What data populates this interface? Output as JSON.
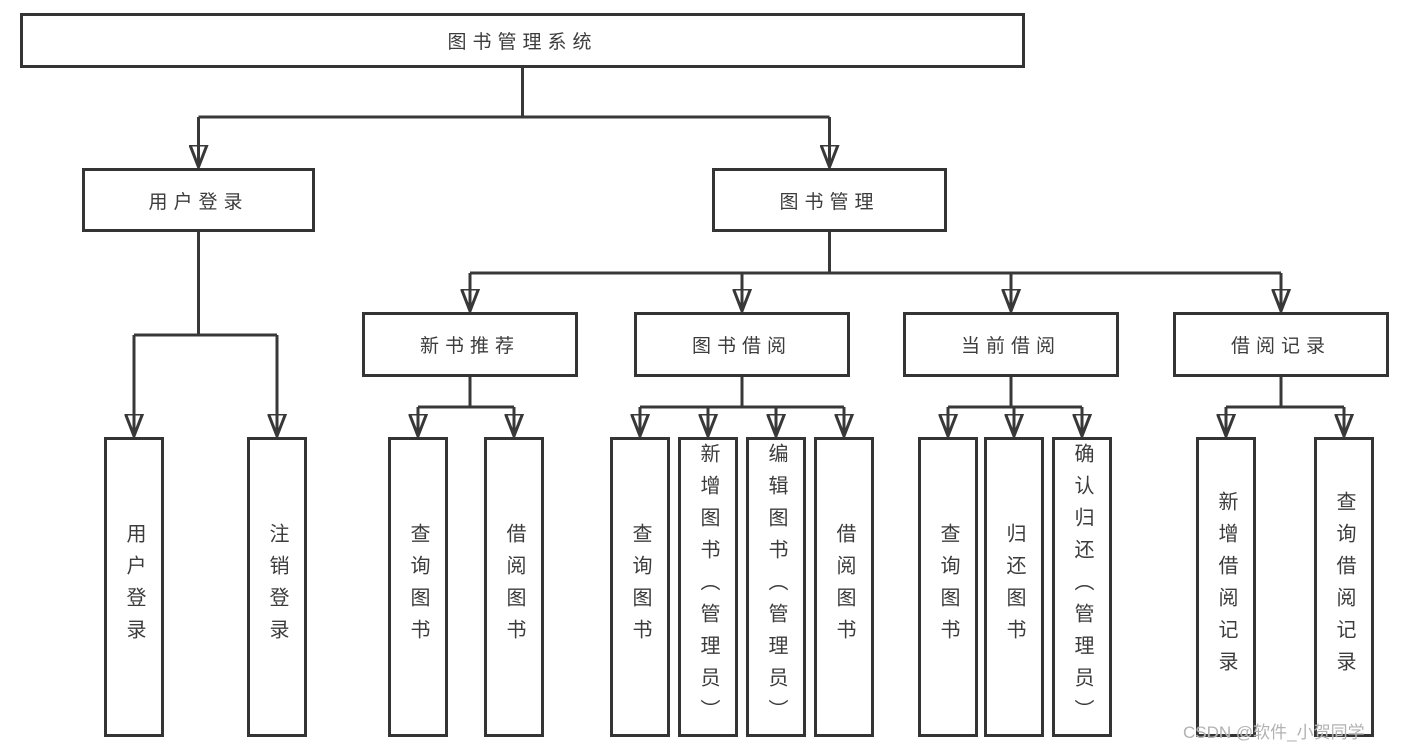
{
  "diagram": {
    "root": "图书管理系统",
    "level2": [
      "用户登录",
      "图书管理"
    ],
    "level3": [
      "新书推荐",
      "图书借阅",
      "当前借阅",
      "借阅记录"
    ],
    "leaves": {
      "user_login": [
        "用户登录",
        "注销登录"
      ],
      "new_books": [
        "查询图书",
        "借阅图书"
      ],
      "book_borrow": [
        "查询图书",
        "新增图书（管理员）",
        "编辑图书（管理员）",
        "借阅图书"
      ],
      "current_borrow": [
        "查询图书",
        "归还图书",
        "确认归还（管理员）"
      ],
      "records": [
        "新增借阅记录",
        "查询借阅记录"
      ]
    },
    "watermark": "CSDN @软件_小贺同学",
    "colors": {
      "line": "#383838",
      "border": "#343434",
      "text": "#3c3c3c",
      "watermark": "#b2b2b2",
      "background": "#ffffff"
    }
  }
}
